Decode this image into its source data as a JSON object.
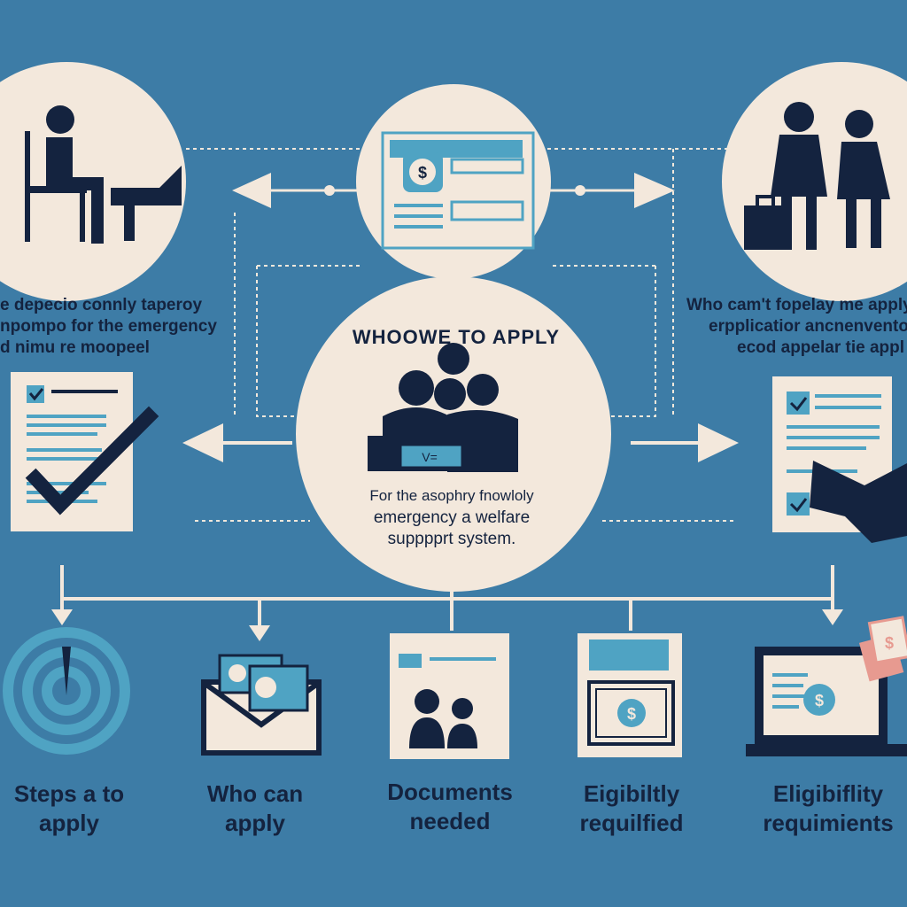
{
  "center": {
    "title": "WHOOWE TO APPLY",
    "body_lines": [
      "For the asophry fnowloly",
      "emergency a welfare",
      "supppprt system."
    ]
  },
  "left_text": [
    "e depecio connly taperoy",
    "npompo for the emergency",
    "d nimu re moopeel"
  ],
  "right_text": [
    "Who cam't fopelay me apply",
    "erpplicatior ancnenvento",
    "ecod appelar tie appl"
  ],
  "bottom_items": [
    {
      "label_line1": "Steps a to",
      "label_line2": "apply",
      "icon": "target-icon"
    },
    {
      "label_line1": "Who can",
      "label_line2": "apply",
      "icon": "envelope-money-icon"
    },
    {
      "label_line1": "Documents",
      "label_line2": "needed",
      "icon": "people-document-icon"
    },
    {
      "label_line1": "Eigibiltly",
      "label_line2": "requilfied",
      "icon": "cash-icon"
    },
    {
      "label_line1": "Eligibiflity",
      "label_line2": "requimients",
      "icon": "laptop-money-icon"
    }
  ],
  "doc_center_symbol": "$",
  "laptop_form_text": "V=",
  "colors": {
    "background": "#3d7ca6",
    "cream": "#f3e8dc",
    "navy": "#14233f",
    "teal": "#4fa3c3",
    "coral": "#e79a90"
  }
}
